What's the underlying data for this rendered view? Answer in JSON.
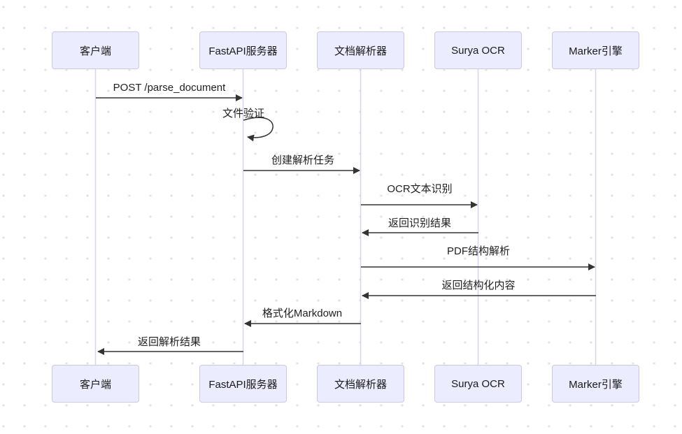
{
  "diagram": {
    "kind": "sequence-diagram",
    "actors": [
      {
        "id": "client",
        "label": "客户端"
      },
      {
        "id": "fastapi-server",
        "label": "FastAPI服务器"
      },
      {
        "id": "document-parser",
        "label": "文档解析器"
      },
      {
        "id": "surya-ocr",
        "label": "Surya OCR"
      },
      {
        "id": "marker-engine",
        "label": "Marker引擎"
      }
    ],
    "messages": [
      {
        "label": "POST /parse_document",
        "from": "客户端",
        "to": "FastAPI服务器",
        "line": "solid",
        "direction": "right"
      },
      {
        "label": "文件验证",
        "from": "FastAPI服务器",
        "to": "FastAPI服务器",
        "line": "solid",
        "direction": "self-loop"
      },
      {
        "label": "创建解析任务",
        "from": "FastAPI服务器",
        "to": "文档解析器",
        "line": "solid",
        "direction": "right"
      },
      {
        "label": "OCR文本识别",
        "from": "文档解析器",
        "to": "Surya OCR",
        "line": "solid",
        "direction": "right"
      },
      {
        "label": "返回识别结果",
        "from": "Surya OCR",
        "to": "文档解析器",
        "line": "solid",
        "direction": "left"
      },
      {
        "label": "PDF结构解析",
        "from": "文档解析器",
        "to": "Marker引擎",
        "line": "solid",
        "direction": "right"
      },
      {
        "label": "返回结构化内容",
        "from": "Marker引擎",
        "to": "文档解析器",
        "line": "solid",
        "direction": "left"
      },
      {
        "label": "格式化Markdown",
        "from": "文档解析器",
        "to": "FastAPI服务器",
        "line": "solid",
        "direction": "left"
      },
      {
        "label": "返回解析结果",
        "from": "FastAPI服务器",
        "to": "客户端",
        "line": "solid",
        "direction": "left"
      }
    ],
    "colors": {
      "background": "#FFFFFF",
      "dot_grid": "#E5E3E6",
      "actor_fill": "#ECECFF",
      "actor_border": "#CBC7E6",
      "lifeline": "#D8D3F0",
      "arrow": "#333333",
      "text": "#1F1F1F"
    }
  }
}
